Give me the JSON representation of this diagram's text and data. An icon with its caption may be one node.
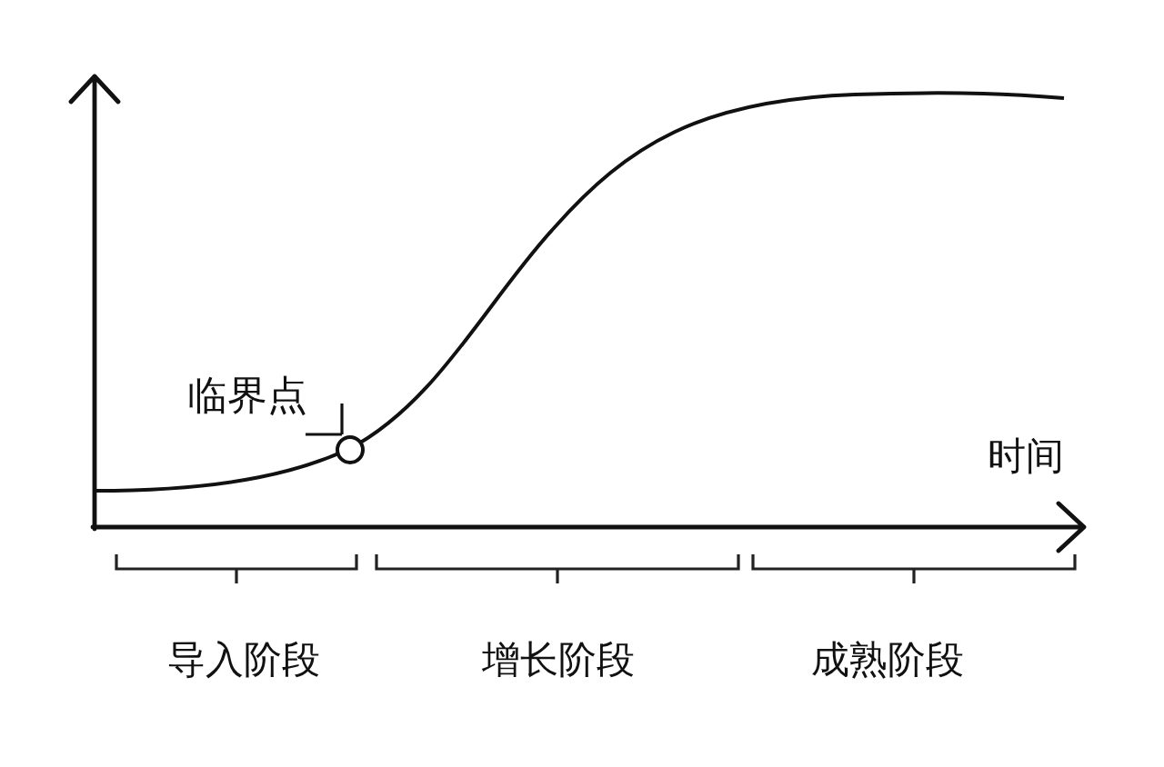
{
  "diagram": {
    "nodes": [
      {
        "text": [
          "临界点"
        ]
      },
      {
        "text": [],
        "shape": "circle"
      }
    ],
    "edges": [
      {
        "from": 0,
        "to": 1,
        "arrow": "none"
      }
    ],
    "labels": [
      "时间",
      "导入阶段",
      "增长阶段",
      "成熟阶段"
    ]
  }
}
